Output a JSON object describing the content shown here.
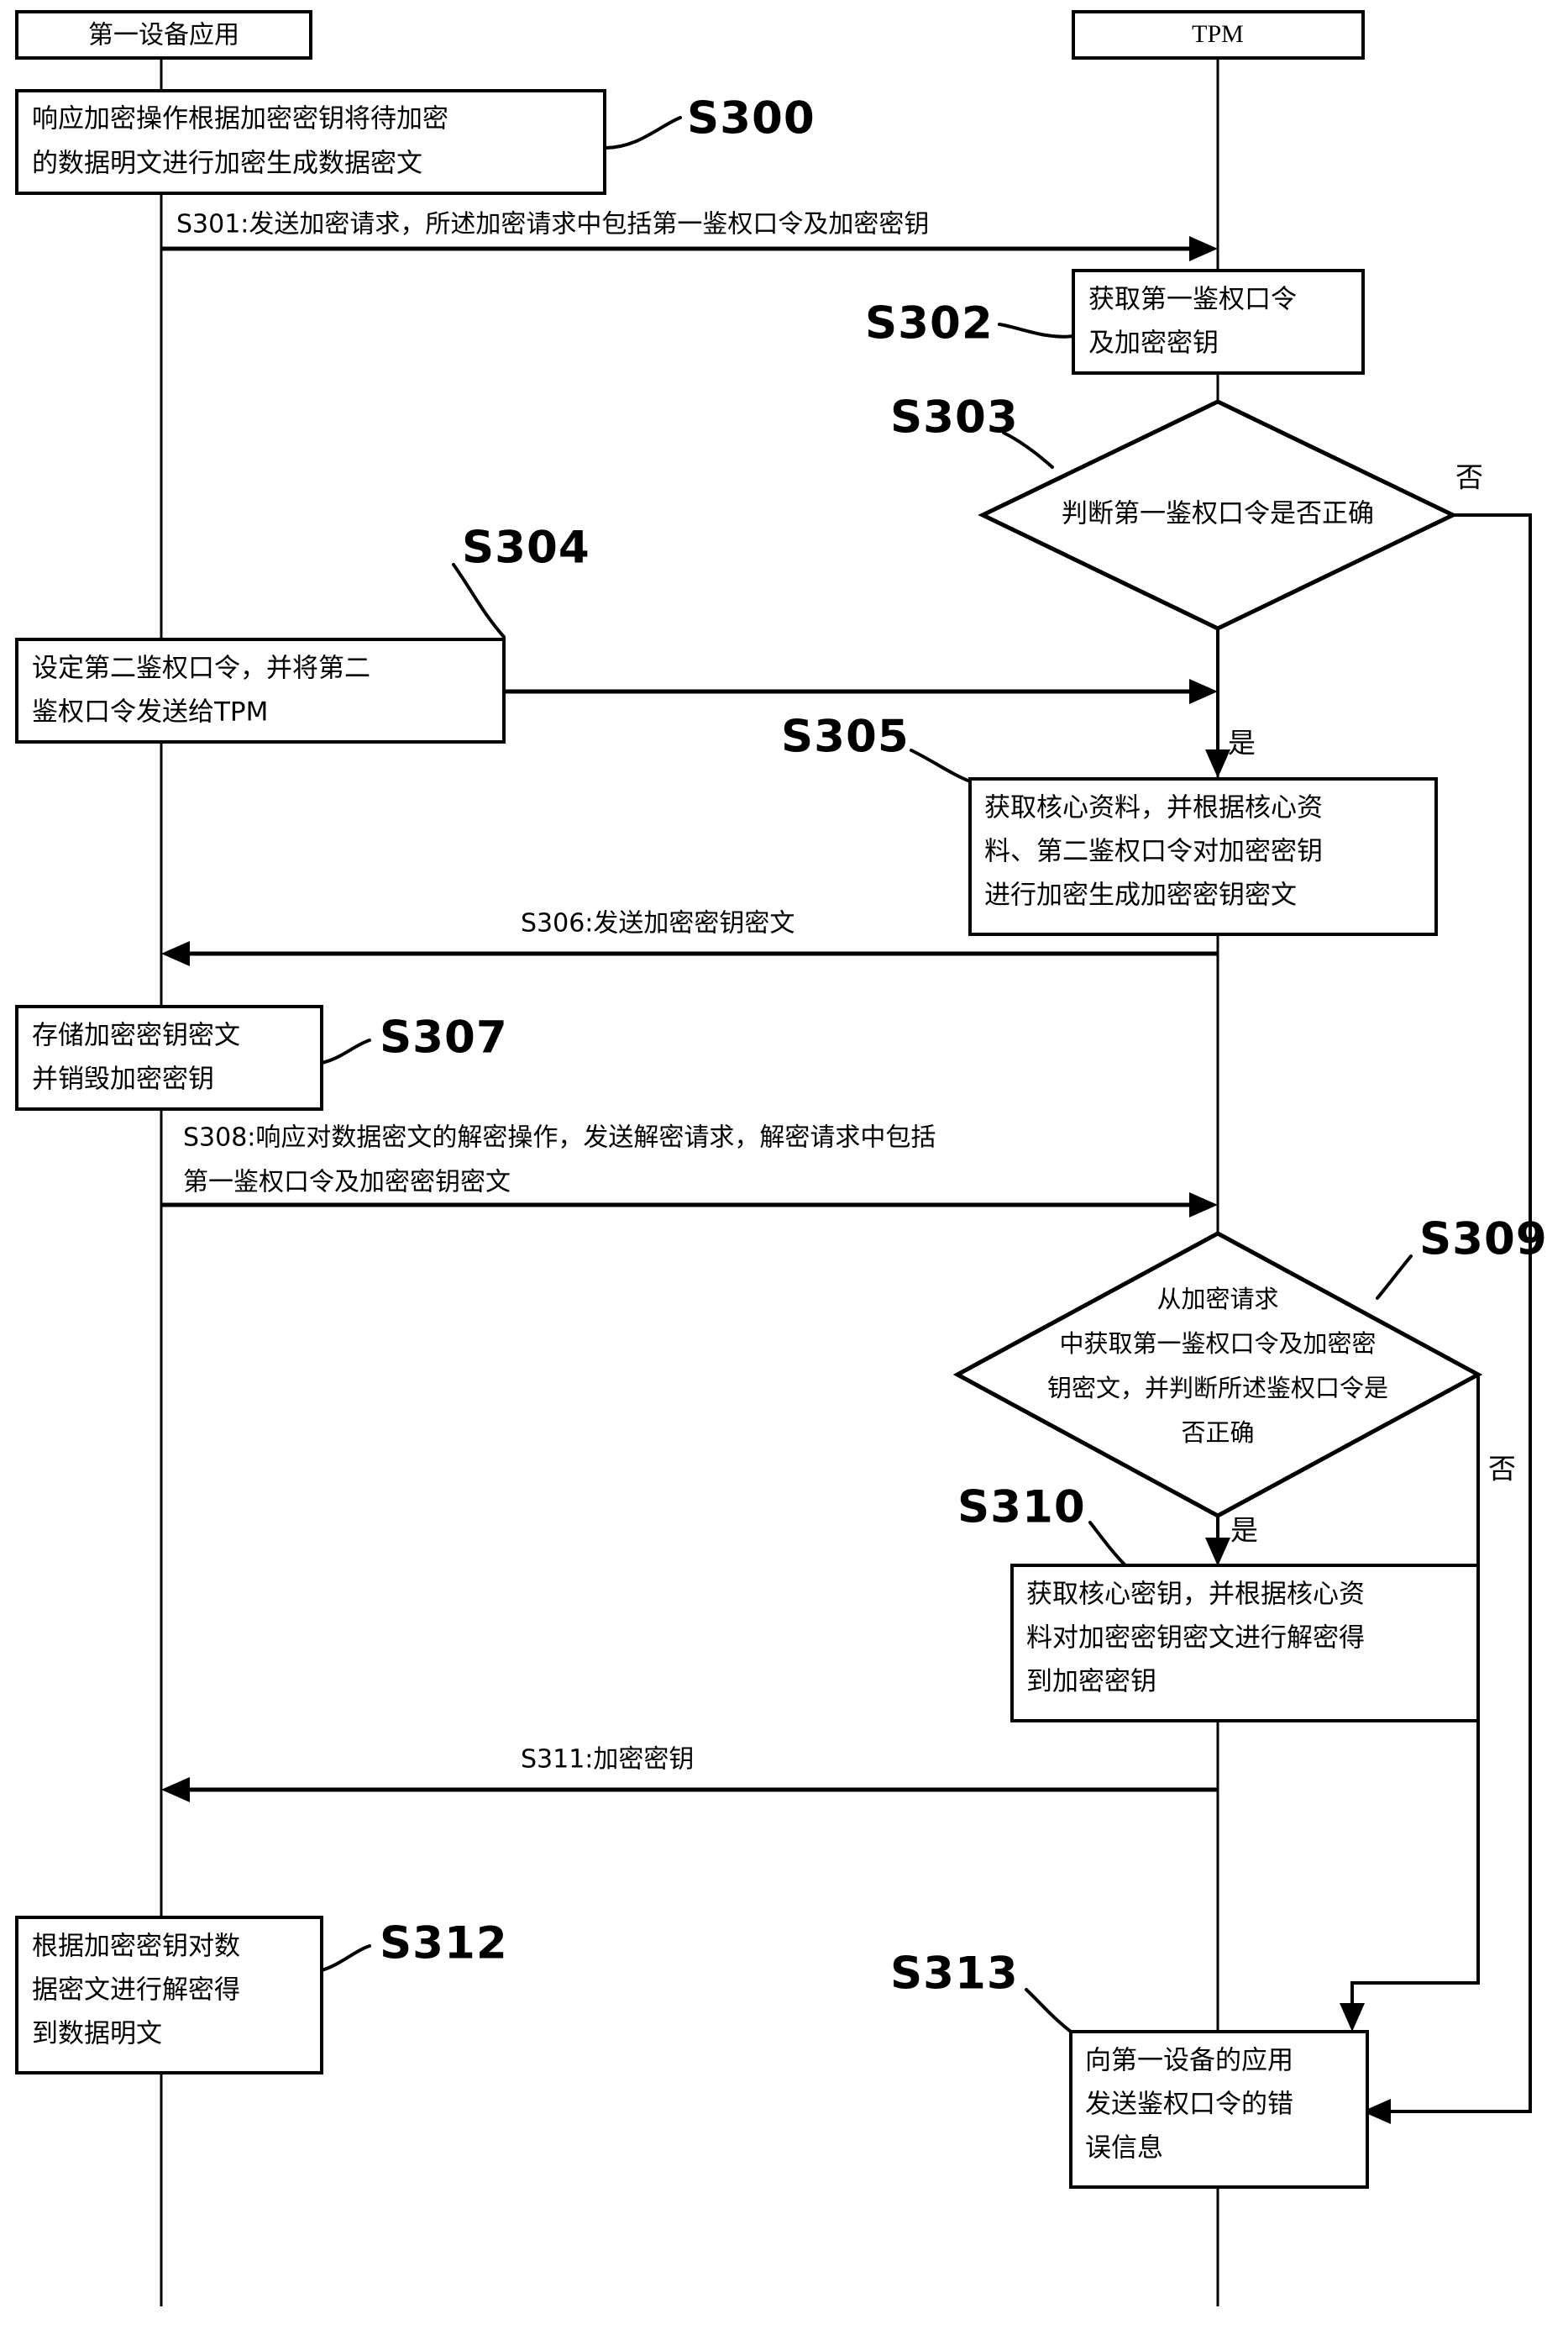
{
  "diagram": {
    "title_fig": "",
    "lanes": [
      {
        "id": "app",
        "label": "第一设备应用"
      },
      {
        "id": "tpm",
        "label": "TPM"
      }
    ],
    "steps": [
      {
        "id": "S300",
        "label": "S300",
        "lane": "app",
        "shape": "box",
        "lines": [
          "响应加密操作根据加密密钥将待加密",
          "的数据明文进行加密生成数据密文"
        ]
      },
      {
        "id": "S302",
        "label": "S302",
        "lane": "tpm",
        "shape": "box",
        "lines": [
          "获取第一鉴权口令",
          "及加密密钥"
        ]
      },
      {
        "id": "S303",
        "label": "S303",
        "lane": "tpm",
        "shape": "diamond",
        "lines": [
          "判断第一鉴权口令是否正确"
        ]
      },
      {
        "id": "S304",
        "label": "S304",
        "lane": "app",
        "shape": "box",
        "lines": [
          "设定第二鉴权口令，并将第二",
          "鉴权口令发送给TPM"
        ]
      },
      {
        "id": "S305",
        "label": "S305",
        "lane": "tpm",
        "shape": "box",
        "lines": [
          "获取核心资料，并根据核心资",
          "料、第二鉴权口令对加密密钥",
          "进行加密生成加密密钥密文"
        ]
      },
      {
        "id": "S307",
        "label": "S307",
        "lane": "app",
        "shape": "box",
        "lines": [
          "存储加密密钥密文",
          "并销毁加密密钥"
        ]
      },
      {
        "id": "S309",
        "label": "S309",
        "lane": "tpm",
        "shape": "diamond",
        "lines": [
          "从加密请求",
          "中获取第一鉴权口令及加密密",
          "钥密文，并判断所述鉴权口令是",
          "否正确"
        ]
      },
      {
        "id": "S310",
        "label": "S310",
        "lane": "tpm",
        "shape": "box",
        "lines": [
          "获取核心密钥，并根据核心资",
          "料对加密密钥密文进行解密得",
          "到加密密钥"
        ]
      },
      {
        "id": "S312",
        "label": "S312",
        "lane": "app",
        "shape": "box",
        "lines": [
          "根据加密密钥对数",
          "据密文进行解密得",
          "到数据明文"
        ]
      },
      {
        "id": "S313",
        "label": "S313",
        "lane": "tpm",
        "shape": "box",
        "lines": [
          "向第一设备的应用",
          "发送鉴权口令的错",
          "误信息"
        ]
      }
    ],
    "messages": [
      {
        "id": "S301",
        "direction": "app-to-tpm",
        "lines": [
          "S301:发送加密请求，所述加密请求中包括第一鉴权口令及加密密钥"
        ]
      },
      {
        "id": "S304-msg",
        "direction": "app-to-tpm",
        "lines": [
          ""
        ]
      },
      {
        "id": "S306",
        "direction": "tpm-to-app",
        "lines": [
          "S306:发送加密密钥密文"
        ]
      },
      {
        "id": "S308",
        "direction": "app-to-tpm",
        "lines": [
          "S308:响应对数据密文的解密操作，发送解密请求，解密请求中包括",
          "第一鉴权口令及加密密钥密文"
        ]
      },
      {
        "id": "S311",
        "direction": "tpm-to-app",
        "lines": [
          "S311:加密密钥"
        ]
      }
    ],
    "branch_labels": {
      "no_1": "否",
      "yes_1": "是",
      "no_2": "否",
      "yes_2": "是"
    },
    "colors": {
      "stroke": "#000000",
      "fill": "#ffffff"
    }
  }
}
